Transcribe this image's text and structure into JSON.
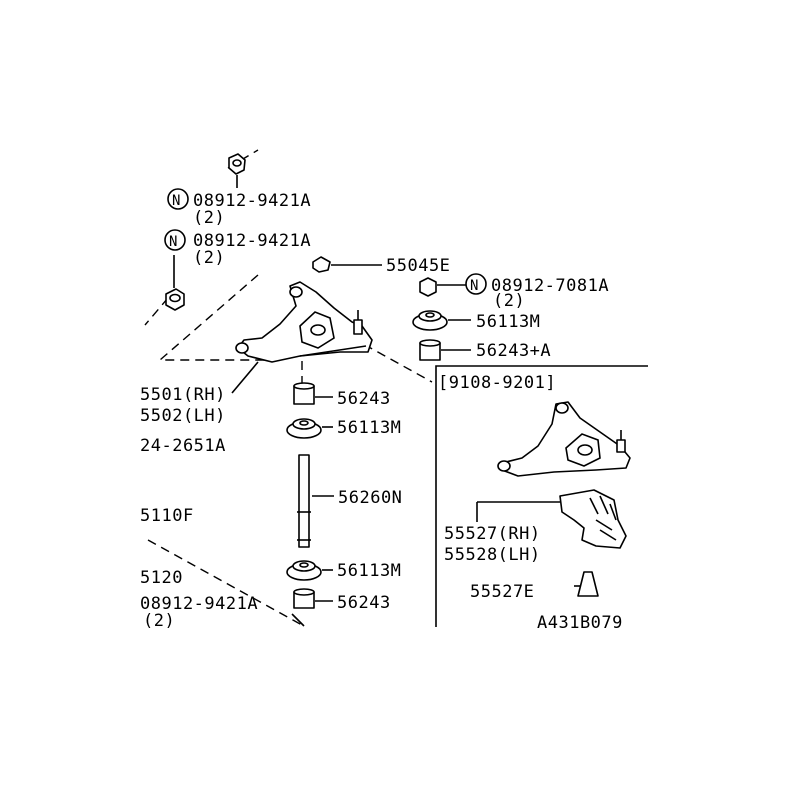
{
  "diagram_id": "A431B079",
  "inset_range": "[9108-9201]",
  "callouts": {
    "nut_a": "08912-9421A",
    "nut_a_qty": "(2)",
    "nut_b": "08912-9421A",
    "nut_b_qty": "(2)",
    "bolt_55045E": "55045E",
    "nut_c": "08912-7081A",
    "nut_c_qty": "(2)",
    "bushing_56113M_top": "56113M",
    "bushing_56243A": "56243+A",
    "arm_rh": "5501(RH)",
    "arm_lh": "5502(LH)",
    "spacer_56243_upper": "56243",
    "bushing_56113M_mid": "56113M",
    "bolt_24_2651A": "24-2651A",
    "rod_56260N": "56260N",
    "part_5110F": "5110F",
    "bushing_56113M_low": "56113M",
    "part_5120": "5120",
    "spacer_56243_lower": "56243",
    "nut_d": "08912-9421A",
    "nut_d_qty": "(2)",
    "bracket_rh": "55527(RH)",
    "bracket_lh": "55528(LH)",
    "stopper_55527E": "55527E"
  },
  "nut_symbol": "N",
  "icons": [
    "nut-icon",
    "bushing-icon",
    "rod-icon",
    "control-arm-icon",
    "stopper-icon"
  ]
}
